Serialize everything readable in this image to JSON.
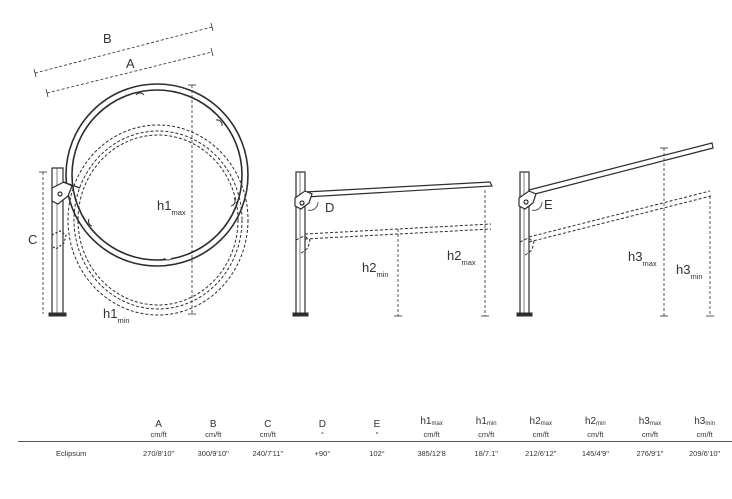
{
  "labels": {
    "B": "B",
    "A": "A",
    "C": "C",
    "D": "D",
    "E": "E",
    "h1max": {
      "main": "h1",
      "sub": "max"
    },
    "h1min": {
      "main": "h1",
      "sub": "min"
    },
    "h2min": {
      "main": "h2",
      "sub": "min"
    },
    "h2max": {
      "main": "h2",
      "sub": "max"
    },
    "h3max": {
      "main": "h3",
      "sub": "max"
    },
    "h3min": {
      "main": "h3",
      "sub": "min"
    }
  },
  "table": {
    "headers": [
      {
        "key": "A",
        "sub": "",
        "unit": "cm/ft"
      },
      {
        "key": "B",
        "sub": "",
        "unit": "cm/ft"
      },
      {
        "key": "C",
        "sub": "",
        "unit": "cm/ft"
      },
      {
        "key": "D",
        "sub": "",
        "unit": "°"
      },
      {
        "key": "E",
        "sub": "",
        "unit": "°"
      },
      {
        "key": "h1",
        "sub": "max",
        "unit": "cm/ft"
      },
      {
        "key": "h1",
        "sub": "min",
        "unit": "cm/ft"
      },
      {
        "key": "h2",
        "sub": "max",
        "unit": "cm/ft"
      },
      {
        "key": "h2",
        "sub": "min",
        "unit": "cm/ft"
      },
      {
        "key": "h3",
        "sub": "max",
        "unit": "cm/ft"
      },
      {
        "key": "h3",
        "sub": "min",
        "unit": "cm/ft"
      }
    ],
    "rows": [
      {
        "model": "Eclipsum",
        "values": [
          "270/8'10\"",
          "300/9'10\"",
          "240/7'11\"",
          "+90°",
          "102°",
          "385/12'8",
          "18/7.1\"",
          "212/6'12\"",
          "145/4'9\"",
          "276/9'1\"",
          "209/6'10\""
        ]
      }
    ]
  }
}
